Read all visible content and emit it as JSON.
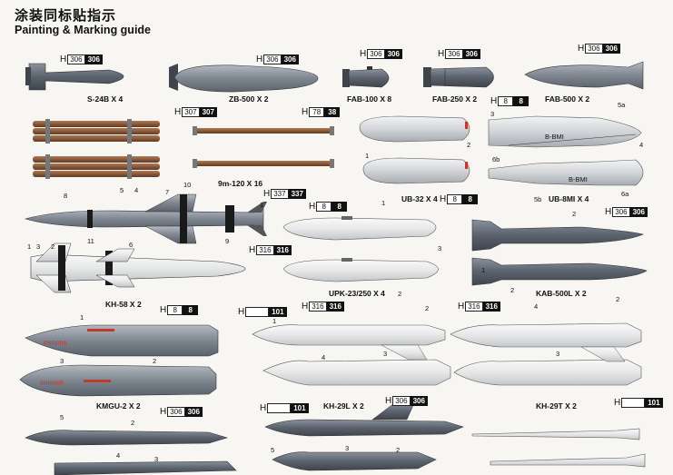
{
  "header": {
    "title_cn": "涂装同标贴指示",
    "title_en": "Painting & Marking guide"
  },
  "labels": {
    "s24b": "S-24B X 4",
    "zb500": "ZB-500 X 2",
    "fab100": "FAB-100 X 8",
    "fab250": "FAB-250 X 2",
    "fab500": "FAB-500 X 2",
    "rod": "9m-120 X 16",
    "ub32": "UB-32 X 4",
    "ub8m": "UB-8MI X 4",
    "kh58": "KH-58 X 2",
    "upk": "UPK-23/250 X 4",
    "kab": "KAB-500L X 2",
    "kmgu": "KMGU-2 X 2",
    "kh29l": "KH-29L X 2",
    "kh29t": "KH-29T X 2"
  },
  "codes": {
    "h": "H",
    "c306": "306",
    "c307": "307",
    "c78": "78",
    "c38": "38",
    "c8": "8",
    "c337": "337",
    "c316": "316",
    "c101": "101"
  },
  "callouts": [
    "1",
    "2",
    "3",
    "4",
    "5",
    "6",
    "7",
    "8",
    "9",
    "10",
    "11",
    "5a",
    "6a",
    "6b",
    "5b"
  ],
  "stencils": {
    "bbmi": "B-BMI",
    "red": "RRRRRR"
  },
  "colors": {
    "gray": "#8d949d",
    "dark": "#5d6570",
    "light": "#d3d6d9",
    "wood": "#8a5a3a",
    "red": "#c0392b"
  }
}
